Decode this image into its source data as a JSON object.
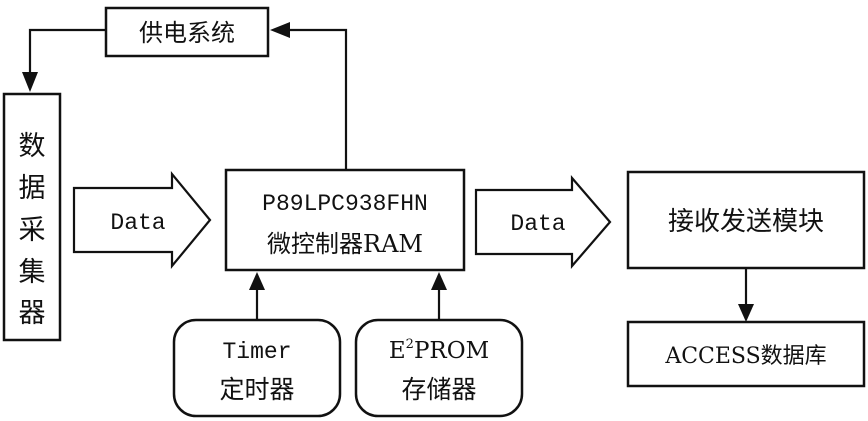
{
  "power_supply": {
    "label": "供电系统"
  },
  "data_collector": {
    "chars": [
      "数",
      "据",
      "采",
      "集",
      "器"
    ]
  },
  "microcontroller": {
    "line1": "P89LPC938FHN",
    "line2": "微控制器RAM"
  },
  "transceiver": {
    "label": "接收发送模块"
  },
  "database": {
    "label": "ACCESS数据库"
  },
  "timer": {
    "line1": "Timer",
    "line2": "定时器"
  },
  "eeprom": {
    "prefix": "E",
    "superscript": "2",
    "suffix": "PROM",
    "line2": "存储器"
  },
  "flows": {
    "left_data_label": "Data",
    "right_data_label": "Data"
  }
}
